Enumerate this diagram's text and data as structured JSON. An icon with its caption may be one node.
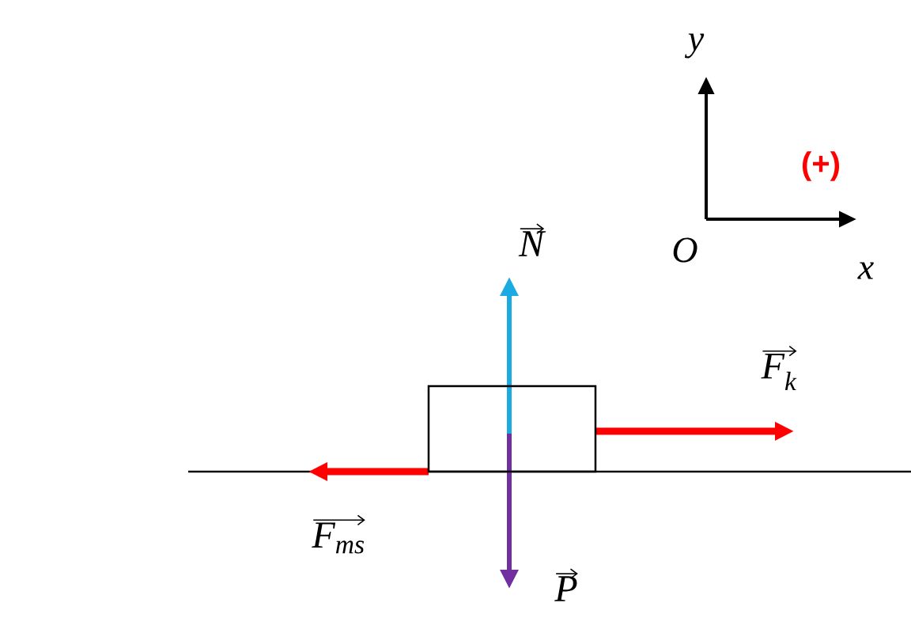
{
  "diagram": {
    "nodes": [
      {
        "text": [],
        "shape": "box"
      }
    ],
    "labels": [
      "N",
      "F$_{k}$",
      "F$_{ms}$",
      "P",
      "y",
      "(+)",
      "O",
      "x"
    ]
  }
}
